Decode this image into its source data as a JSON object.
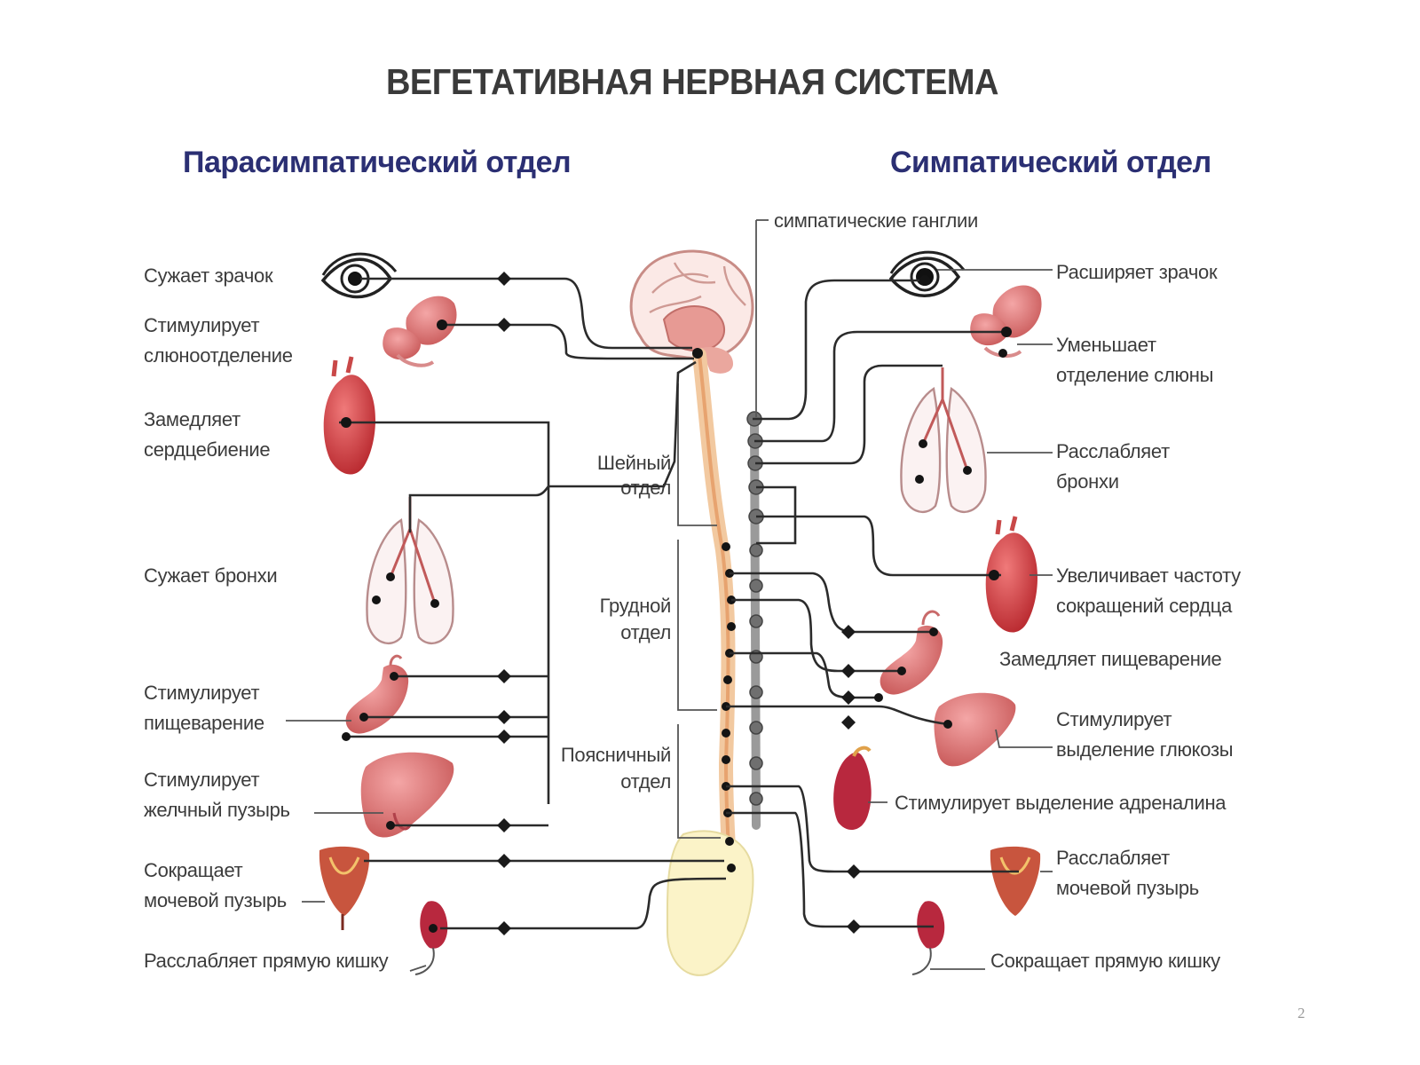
{
  "title": "ВЕГЕТАТИВНАЯ НЕРВНАЯ СИСТЕМА",
  "sections": {
    "parasympathetic": "Парасимпатический отдел",
    "sympathetic": "Симпатический отдел"
  },
  "ganglia_label": "симпатические ганглии",
  "spine_labels": {
    "cervical": [
      "Шейный",
      "отдел"
    ],
    "thoracic": [
      "Грудной",
      "отдел"
    ],
    "lumbar": [
      "Поясничный",
      "отдел"
    ]
  },
  "parasympathetic_effects": [
    {
      "organ": "eye",
      "lines": [
        "Сужает зрачок"
      ]
    },
    {
      "organ": "salivary-gland",
      "lines": [
        "Стимулирует",
        "слюноотделение"
      ]
    },
    {
      "organ": "heart",
      "lines": [
        "Замедляет",
        "сердцебиение"
      ]
    },
    {
      "organ": "lungs",
      "lines": [
        "Сужает бронхи"
      ]
    },
    {
      "organ": "stomach",
      "lines": [
        "Стимулирует",
        "пищеварение"
      ]
    },
    {
      "organ": "liver",
      "lines": [
        "Стимулирует",
        "желчный пузырь"
      ]
    },
    {
      "organ": "bladder",
      "lines": [
        "Сокращает",
        "мочевой пузырь"
      ]
    },
    {
      "organ": "rectum",
      "lines": [
        "Расслабляет прямую кишку"
      ]
    }
  ],
  "sympathetic_effects": [
    {
      "organ": "eye",
      "lines": [
        "Расширяет зрачок"
      ]
    },
    {
      "organ": "salivary-gland",
      "lines": [
        "Уменьшает",
        "отделение слюны"
      ]
    },
    {
      "organ": "lungs",
      "lines": [
        "Расслабляет",
        "бронхи"
      ]
    },
    {
      "organ": "heart",
      "lines": [
        "Увеличивает частоту",
        "сокращений сердца"
      ]
    },
    {
      "organ": "stomach",
      "lines": [
        "Замедляет пищеварение"
      ]
    },
    {
      "organ": "liver",
      "lines": [
        "Стимулирует",
        "выделение глюкозы"
      ]
    },
    {
      "organ": "adrenal-gland",
      "lines": [
        "Стимулирует выделение адреналина"
      ]
    },
    {
      "organ": "bladder",
      "lines": [
        "Расслабляет",
        "мочевой пузырь"
      ]
    },
    {
      "organ": "rectum",
      "lines": [
        "Сокращает прямую кишку"
      ]
    }
  ],
  "page_number": "2",
  "colors": {
    "section_heading": "#2b2f73",
    "organ": "#e07070",
    "organ_dark": "#b83a3a",
    "heart": "#d94a4a",
    "spine": "#f2c9a0",
    "ganglia_chain": "#8a8a8a",
    "nerve": "#2b2b2b"
  }
}
